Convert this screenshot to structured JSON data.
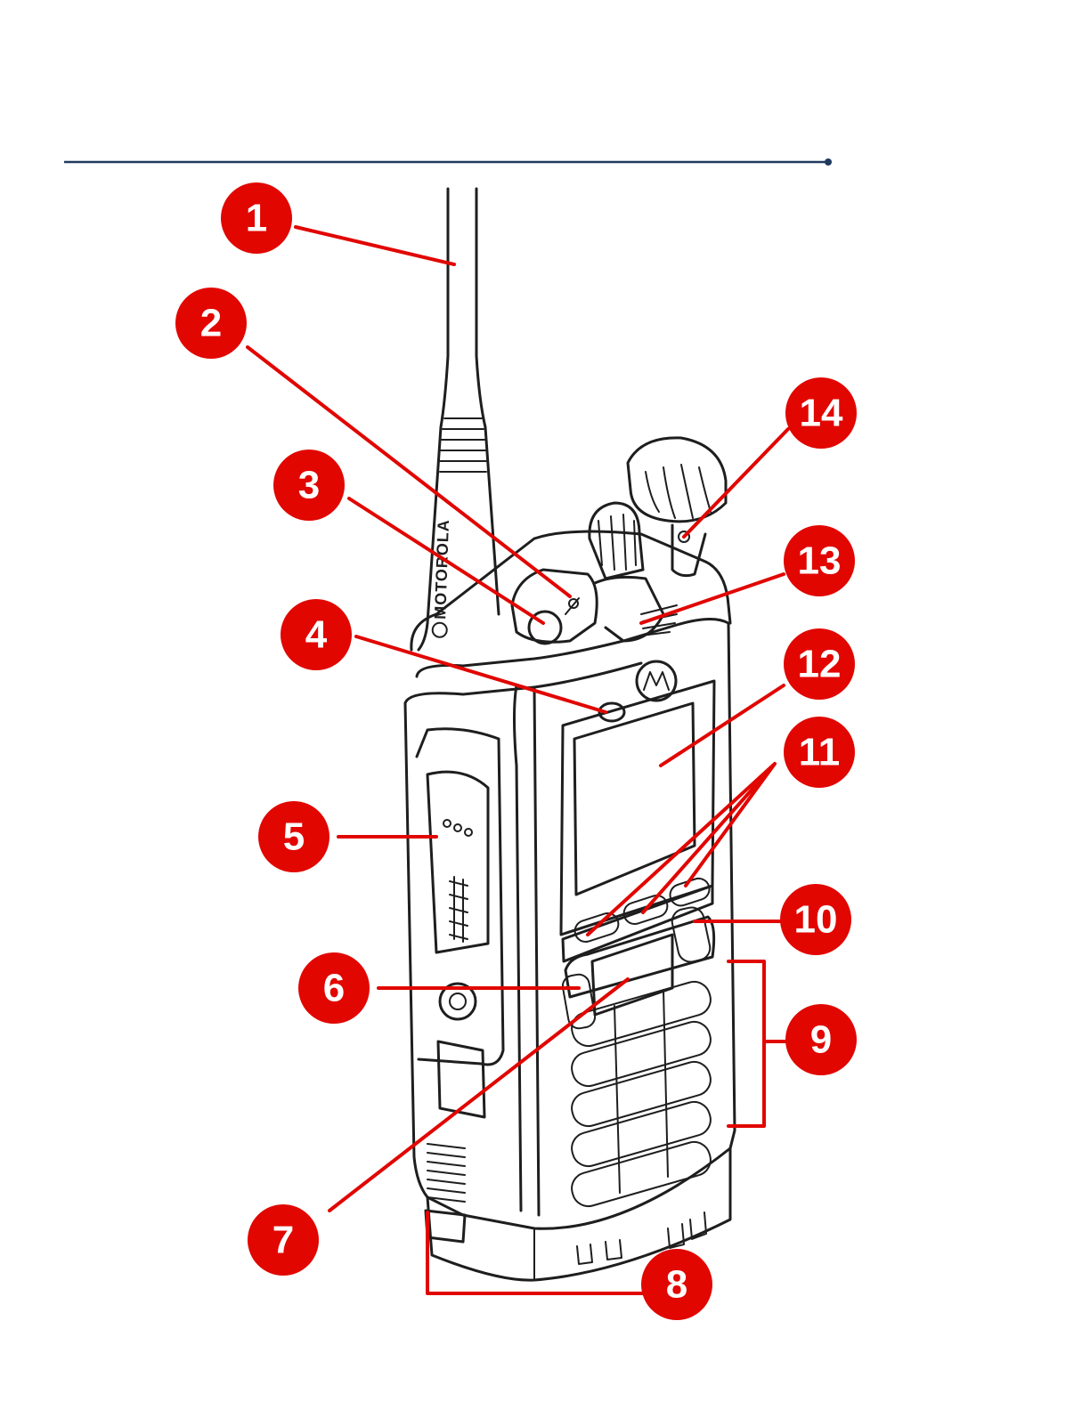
{
  "colors": {
    "rule": "#1f3a5f",
    "callout": "#e10600",
    "callout_text": "#ffffff",
    "line_art": "#1e1e1e"
  },
  "antenna": {
    "brand": "MOTOROLA"
  },
  "callouts": [
    {
      "id": "1",
      "label": "1"
    },
    {
      "id": "2",
      "label": "2"
    },
    {
      "id": "3",
      "label": "3"
    },
    {
      "id": "4",
      "label": "4"
    },
    {
      "id": "5",
      "label": "5"
    },
    {
      "id": "6",
      "label": "6"
    },
    {
      "id": "7",
      "label": "7"
    },
    {
      "id": "8",
      "label": "8"
    },
    {
      "id": "9",
      "label": "9"
    },
    {
      "id": "10",
      "label": "10"
    },
    {
      "id": "11",
      "label": "11"
    },
    {
      "id": "12",
      "label": "12"
    },
    {
      "id": "13",
      "label": "13"
    },
    {
      "id": "14",
      "label": "14"
    }
  ]
}
